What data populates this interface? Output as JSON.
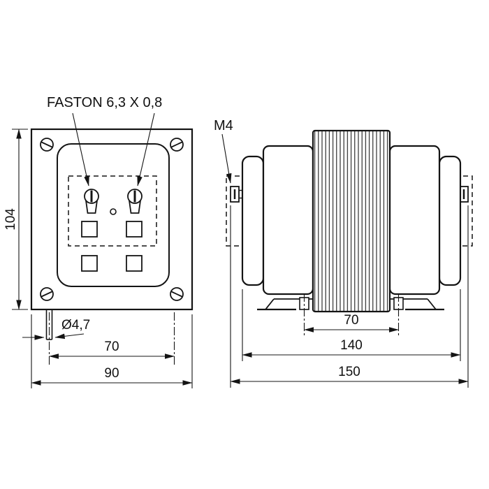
{
  "drawing": {
    "labels": {
      "faston": "FASTON 6,3 X 0,8",
      "m4": "M4"
    },
    "front_view": {
      "height": "104",
      "hole_diameter": "Ø4,7",
      "hole_spacing": "70",
      "width": "90"
    },
    "side_view": {
      "foot_hole_spacing": "70",
      "body_length": "140",
      "overall_length": "150"
    }
  }
}
